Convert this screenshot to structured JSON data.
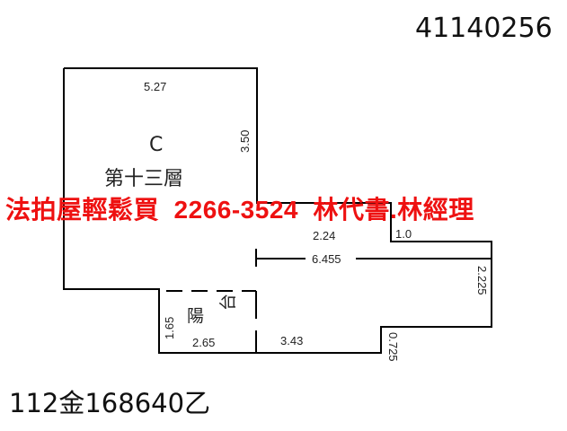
{
  "document_number": "41140256",
  "parcel_number": "112金168640乙",
  "watermark": "法拍屋輕鬆買  2266-3524  林代書.林經理",
  "watermark_color": "#ee1111",
  "plan": {
    "unit_label": "C",
    "floor_label": "第十三層",
    "balcony_label_1": "陽",
    "balcony_label_2": "台",
    "dimensions": {
      "top": "5.27",
      "right_upper": "3.50",
      "step_width": "2.24",
      "step_height": "1.0",
      "inner_width": "6.455",
      "right_lower": "2.225",
      "balcony_height": "1.65",
      "balcony_width": "2.65",
      "bottom": "3.43",
      "bottom_step": "0.725"
    }
  }
}
